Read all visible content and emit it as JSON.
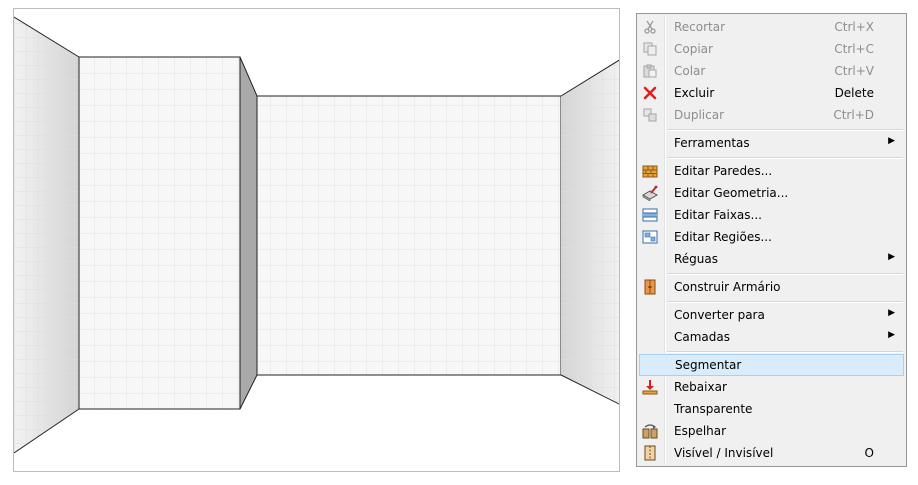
{
  "menu": {
    "items": [
      {
        "label": "Recortar",
        "shortcut": "Ctrl+X",
        "icon": "scissors-icon",
        "enabled": false
      },
      {
        "label": "Copiar",
        "shortcut": "Ctrl+C",
        "icon": "copy-icon",
        "enabled": false
      },
      {
        "label": "Colar",
        "shortcut": "Ctrl+V",
        "icon": "paste-icon",
        "enabled": false
      },
      {
        "label": "Excluir",
        "shortcut": "Delete",
        "icon": "delete-icon",
        "enabled": true
      },
      {
        "label": "Duplicar",
        "shortcut": "Ctrl+D",
        "icon": "duplicate-icon",
        "enabled": false
      },
      {
        "label": "Ferramentas",
        "submenu": true
      },
      {
        "label": "Editar Paredes...",
        "icon": "walls-icon"
      },
      {
        "label": "Editar Geometria...",
        "icon": "geometry-icon"
      },
      {
        "label": "Editar Faixas...",
        "icon": "stripes-icon"
      },
      {
        "label": "Editar Regiões...",
        "icon": "regions-icon"
      },
      {
        "label": "Réguas",
        "submenu": true
      },
      {
        "label": "Construir Armário",
        "icon": "cabinet-icon"
      },
      {
        "label": "Converter para",
        "submenu": true
      },
      {
        "label": "Camadas",
        "submenu": true
      },
      {
        "label": "Segmentar",
        "highlighted": true
      },
      {
        "label": "Rebaixar",
        "icon": "lower-icon"
      },
      {
        "label": "Transparente"
      },
      {
        "label": "Espelhar",
        "icon": "mirror-icon"
      },
      {
        "label": "Visível / Invisível",
        "shortcut": "O",
        "icon": "visibility-icon"
      }
    ]
  },
  "colors": {
    "highlight_bg": "#d9ecfb",
    "highlight_border": "#a8d1f1",
    "delete_red": "#e0201e",
    "wall_face": "#f7f7f7",
    "wall_side": "#a9a9a9"
  }
}
